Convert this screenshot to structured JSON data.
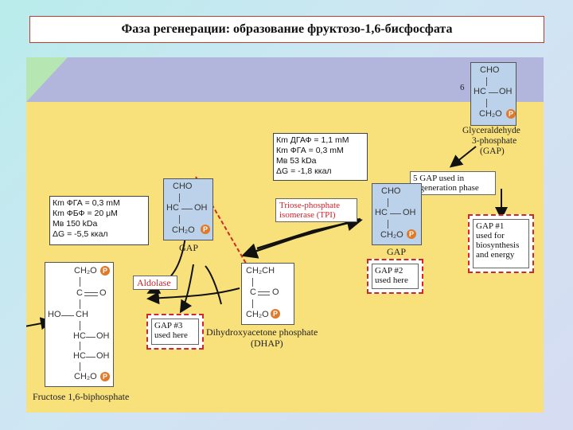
{
  "title": "Фаза регенерации: образование фруктозо-1,6-бисфосфата",
  "step_number": "6",
  "glyceraldehyde": {
    "cho": "CHO",
    "hc": "HC",
    "oh": "OH",
    "ch2o": "CH₂O",
    "p": "P",
    "name_line1": "Glyceraldehyde",
    "name_line2": "3-phosphate",
    "name_line3": "(GAP)"
  },
  "gap_used_5": {
    "line1": "5 GAP used in",
    "line2": "regeneration phase"
  },
  "gap1": {
    "line1": "GAP #1",
    "line2": "used for",
    "line3": "biosynthesis",
    "line4": "and energy"
  },
  "gap2": {
    "line1": "GAP #2",
    "line2": "used here"
  },
  "gap3": {
    "line1": "GAP #3",
    "line2": "used here"
  },
  "tpi": {
    "line1": "Triose-phosphate",
    "line2": "isomerase (TPI)"
  },
  "aldolase": "Aldolase",
  "kinetics_tpi": {
    "line1": "Кm ДГАФ = 1,1 mM",
    "line2": "Кm ФГА = 0,3 mM",
    "line3": "Мв 53 kDa",
    "line4": "ΔG = -1,8 ккал"
  },
  "kinetics_aldolase": {
    "line1": "Кm ФГА = 0,3 mM",
    "line2": "Кm ФБФ = 20 μM",
    "line3": "Мв 150 kDa",
    "line4": "ΔG = -5,5 ккал"
  },
  "gap_left": {
    "cho": "CHO",
    "hc": "HC",
    "oh": "OH",
    "ch2o": "CH₂O",
    "p": "P",
    "name": "GAP"
  },
  "gap_right": {
    "cho": "CHO",
    "hc": "HC",
    "oh": "OH",
    "ch2o": "CH₂O",
    "p": "P",
    "name": "GAP"
  },
  "dhap": {
    "ch2oh": "CH₂CH",
    "co": "C",
    "o": "O",
    "ch2o": "CH₂O",
    "p": "P",
    "name_line1": "Dihydroxyacetone phosphate",
    "name_line2": "(DHAP)"
  },
  "fbp": {
    "ch2o_top": "CH₂O",
    "c": "C",
    "o": "O",
    "ho": "HO",
    "ch1": "CH",
    "hc2": "HC",
    "oh2": "OH",
    "hc3": "HC",
    "oh3": "OH",
    "ch2o_bottom": "CH₂O",
    "p": "P",
    "name": "Fructose 1,6-biphosphate"
  }
}
